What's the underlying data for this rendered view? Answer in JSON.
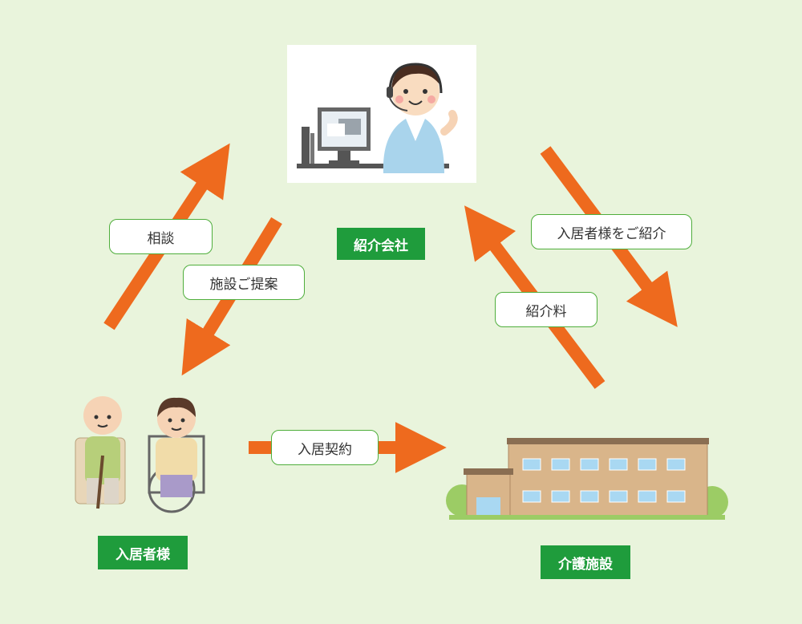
{
  "nodes": {
    "agency": "紹介会社",
    "resident": "入居者様",
    "facility": "介護施設"
  },
  "edges": {
    "consultation": "相談",
    "proposal": "施設ご提案",
    "introduction": "入居者様をご紹介",
    "fee": "紹介料",
    "contract": "入居契約"
  },
  "colors": {
    "background": "#e9f4dc",
    "arrow": "#ee6a1e",
    "tag": "#1f9c3c",
    "label_border": "#4fae3c"
  }
}
